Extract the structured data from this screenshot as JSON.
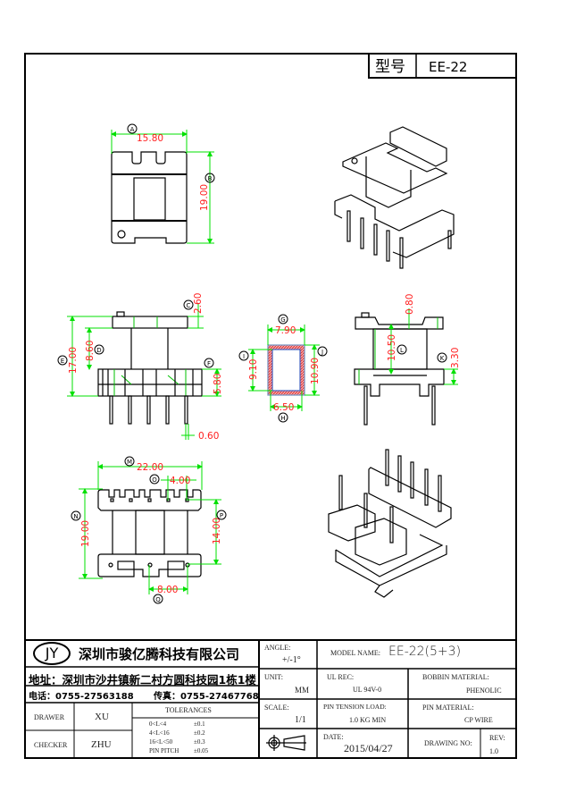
{
  "header": {
    "type_label": "型号",
    "model": "EE-22"
  },
  "drawing": {
    "dims": {
      "A": {
        "label": "A",
        "value": "15.80"
      },
      "B": {
        "label": "B",
        "value": "19.00"
      },
      "C": {
        "label": "C",
        "value": "2.60"
      },
      "D": {
        "label": "D",
        "value": "8.60"
      },
      "E": {
        "label": "E",
        "value": "17.00"
      },
      "F": {
        "label": "F",
        "value": "5.80"
      },
      "pin": {
        "value": "0.60"
      },
      "G": {
        "label": "G",
        "value": "7.90"
      },
      "H": {
        "label": "H",
        "value": "6.50"
      },
      "I": {
        "label": "I",
        "value": "9.10"
      },
      "J": {
        "label": "J",
        "value": "10.90"
      },
      "top": {
        "value": "0.80"
      },
      "L": {
        "label": "L",
        "value": "10.50"
      },
      "K": {
        "label": "K",
        "value": "3.30"
      },
      "M": {
        "label": "M",
        "value": "22.00"
      },
      "O": {
        "label": "O",
        "value": "4.00"
      },
      "N": {
        "label": "N",
        "value": "19.00"
      },
      "P": {
        "label": "P",
        "value": "14.00"
      },
      "Q": {
        "label": "Q",
        "value": "8.00"
      }
    },
    "colors": {
      "dimension_line": "#00e000",
      "dimension_text": "#ff2020",
      "outline": "#000000",
      "hatch": "#e03030"
    }
  },
  "title_block": {
    "logo": "JY",
    "company": "深圳市骏亿腾科技有限公司",
    "address": "地址：深圳市沙井镇新二村方圆科技园1栋1楼",
    "phone": "电话：0755-27563188",
    "fax": "传真：0755-27467768",
    "drawer_label": "DRAWER",
    "drawer": "XU",
    "checker_label": "CHECKER",
    "checker": "ZHU",
    "tolerances_label": "TOLERANCES",
    "tolerances": [
      {
        "range": "0<L<4",
        "value": "±0.1"
      },
      {
        "range": "4<L<16",
        "value": "±0.2"
      },
      {
        "range": "16<L<50",
        "value": "±0.3"
      },
      {
        "range": "PIN PITCH",
        "value": "±0.05"
      }
    ],
    "angle_label": "ANGLE:",
    "angle": "+/-1°",
    "unit_label": "UNIT:",
    "unit": "MM",
    "scale_label": "SCALE:",
    "scale": "1/1",
    "projection_icon": "third-angle-projection-icon",
    "model_label": "MODEL NAME:",
    "model": "EE-22(5+3)",
    "ul_label": "UL REC:",
    "ul": "UL 94V-0",
    "bobbin_label": "BOBBIN MATERIAL:",
    "bobbin": "PHENOLIC",
    "tension_label": "PIN TENSION LOAD:",
    "tension": "1.0 KG MIN",
    "pin_material_label": "PIN MATERIAL:",
    "pin_material": "CP WIRE",
    "date_label": "DATE:",
    "date": "2015/04/27",
    "drawing_no_label": "DRAWING NO:",
    "rev_label": "REV:",
    "rev": "1.0"
  }
}
